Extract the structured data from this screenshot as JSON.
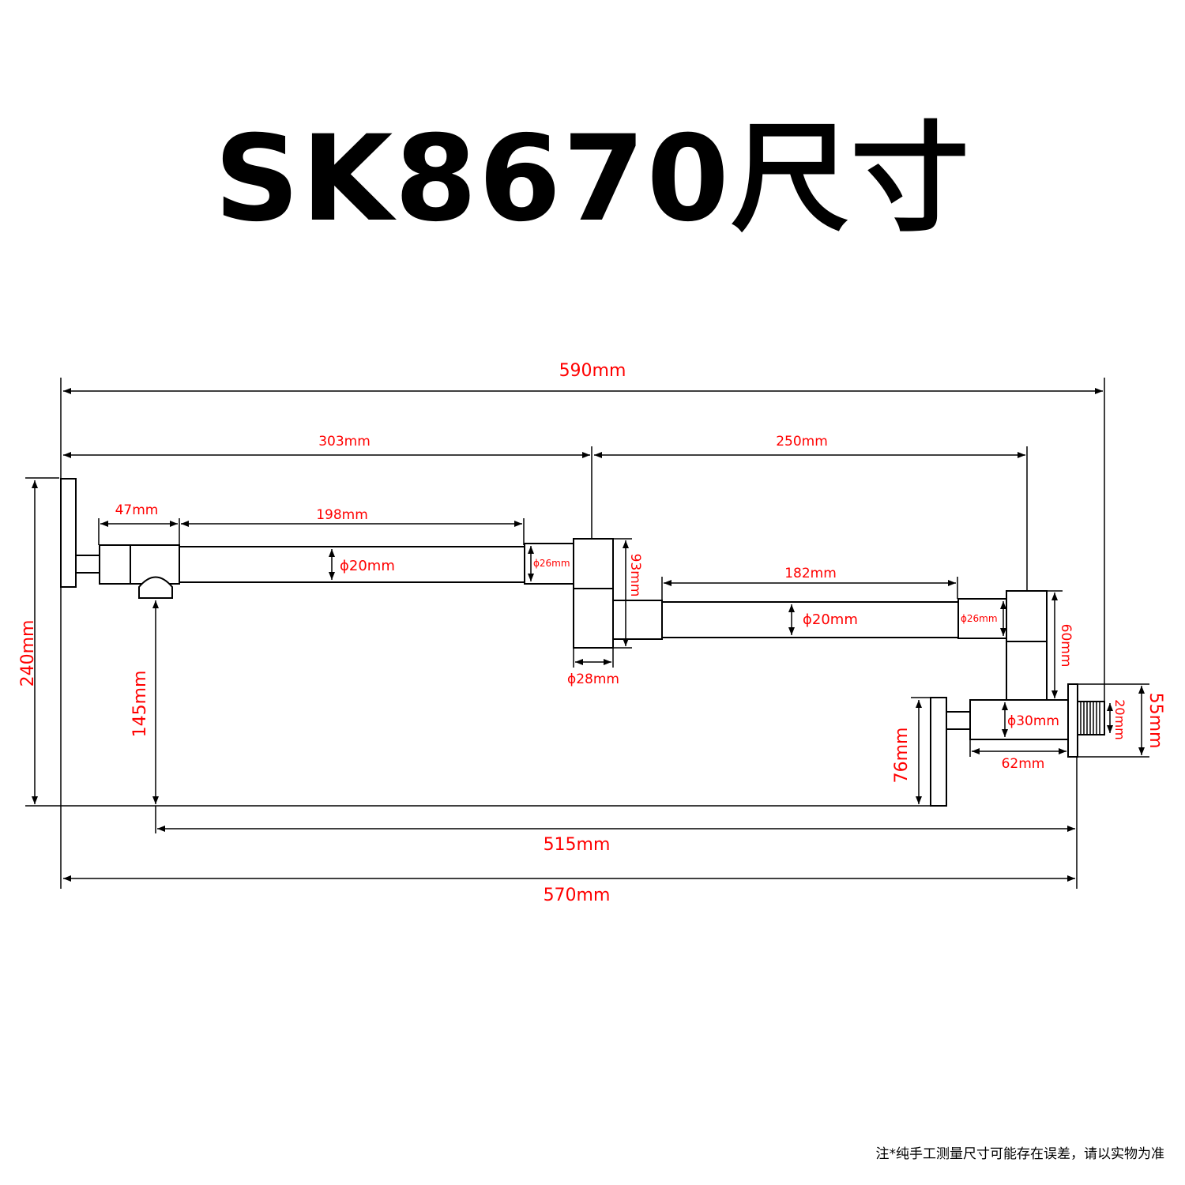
{
  "title": "SK8670尺寸",
  "note": "注*纯手工测量尺寸可能存在误差，请以实物为准",
  "colors": {
    "dimension_text": "#ff0000",
    "outline": "#000000",
    "background": "#ffffff"
  },
  "dimensions": {
    "overall_top": "590mm",
    "overall_bottom": "570mm",
    "base_span": "515mm",
    "height_total": "240mm",
    "spout_height": "145mm",
    "wall_plate_height": "76mm",
    "arm1_reach": "303mm",
    "arm2_reach": "250mm",
    "joint_47": "47mm",
    "arm1_tube": "198mm",
    "arm2_tube": "182mm",
    "tube1_dia": "ϕ20mm",
    "tube2_dia": "ϕ20mm",
    "joint_dia_1": "ϕ26mm",
    "joint_dia_2": "ϕ26mm",
    "swivel_dia": "ϕ28mm",
    "swivel_height": "93mm",
    "elbow_height": "60mm",
    "valve_dia": "ϕ30mm",
    "valve_len": "62mm",
    "thread_dia": "20mm",
    "flange_dia": "55mm"
  }
}
